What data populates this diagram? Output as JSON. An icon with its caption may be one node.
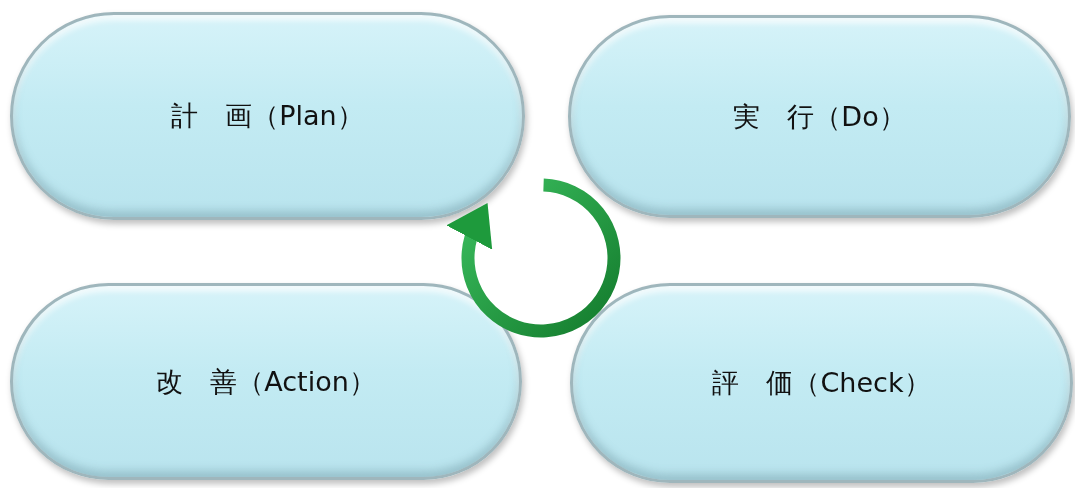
{
  "diagram": {
    "nodes": [
      {
        "text": [
          "計　画（Plan）"
        ]
      },
      {
        "text": [
          "実　行（Do）"
        ]
      },
      {
        "text": [
          "改　善（Action）"
        ]
      },
      {
        "text": [
          "評　価（Check）"
        ]
      }
    ]
  }
}
